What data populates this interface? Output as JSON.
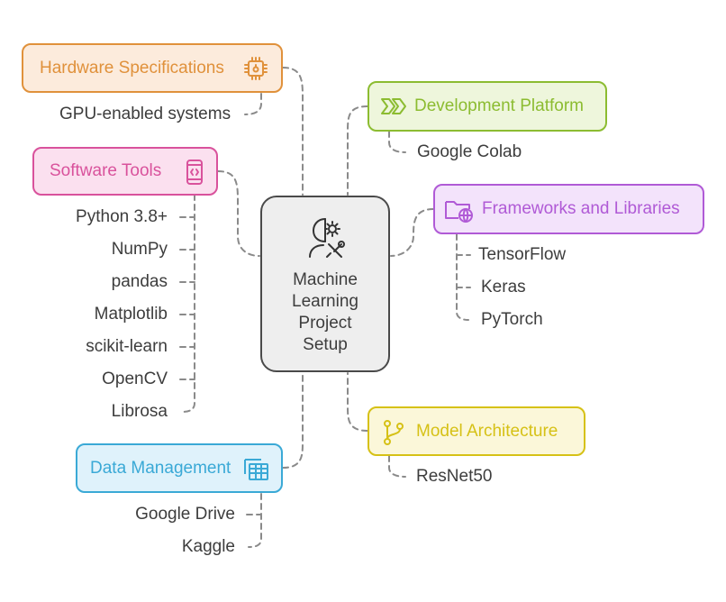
{
  "center": {
    "lines": [
      "Machine",
      "Learning",
      "Project",
      "Setup"
    ],
    "icon": "person-gear-icon"
  },
  "branches": {
    "hardware": {
      "label": "Hardware Specifications",
      "icon": "chip-icon",
      "color": "#e0913b",
      "fill": "#fcebdc",
      "items": [
        "GPU-enabled systems"
      ]
    },
    "software": {
      "label": "Software Tools",
      "icon": "code-phone-icon",
      "color": "#d9529c",
      "fill": "#fbe0ef",
      "items": [
        "Python 3.8+",
        "NumPy",
        "pandas",
        "Matplotlib",
        "scikit-learn",
        "OpenCV",
        "Librosa"
      ]
    },
    "data": {
      "label": "Data Management",
      "icon": "table-grid-icon",
      "color": "#3aa9d6",
      "fill": "#dff2fb",
      "items": [
        "Google Drive",
        "Kaggle"
      ]
    },
    "platform": {
      "label": "Development Platform",
      "icon": "chevrons-right-icon",
      "color": "#8cbc31",
      "fill": "#eef6dc",
      "items": [
        "Google Colab"
      ]
    },
    "frameworks": {
      "label": "Frameworks and Libraries",
      "icon": "folder-globe-icon",
      "color": "#b05ad6",
      "fill": "#f3e3fb",
      "items": [
        "TensorFlow",
        "Keras",
        "PyTorch"
      ]
    },
    "model": {
      "label": "Model Architecture",
      "icon": "branch-icon",
      "color": "#d6c116",
      "fill": "#fbf7d9",
      "items": [
        "ResNet50"
      ]
    }
  }
}
